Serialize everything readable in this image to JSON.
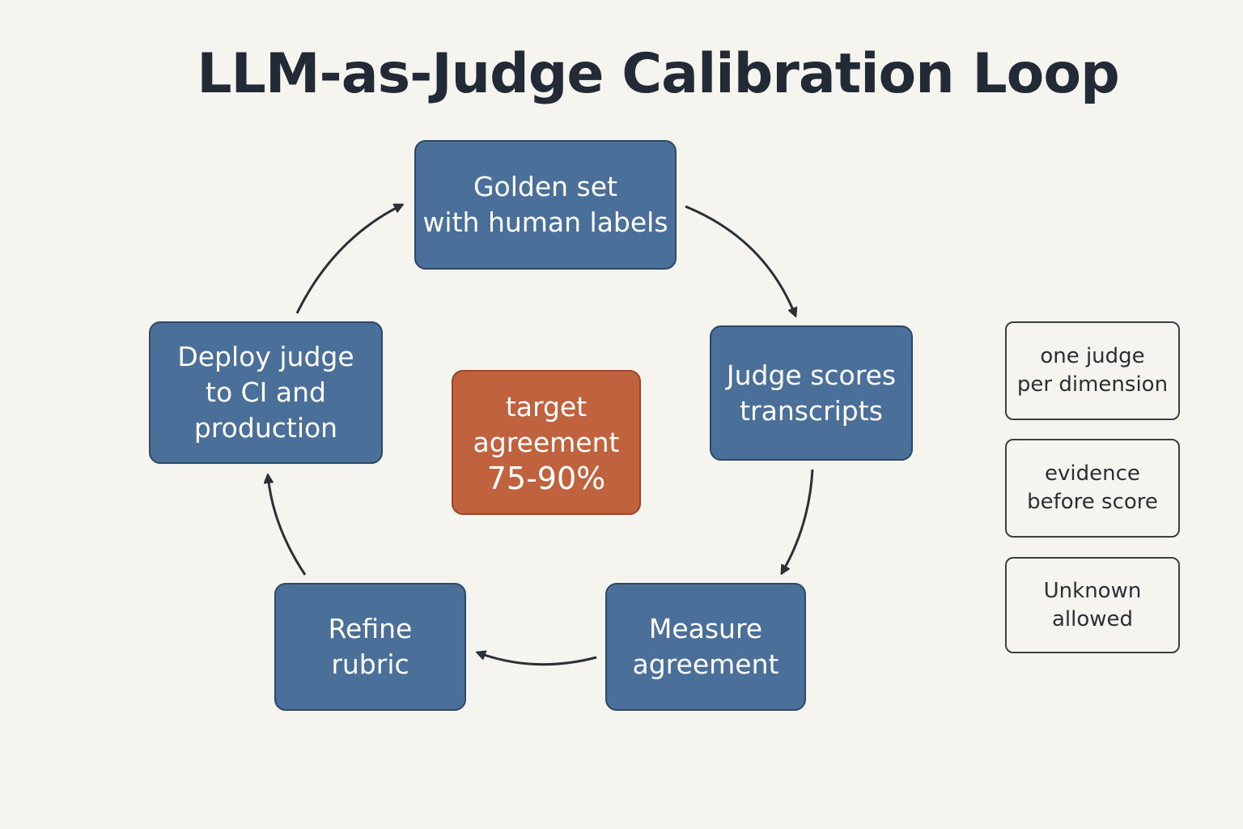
{
  "title": "LLM-as-Judge Calibration Loop",
  "colors": {
    "step_fill": "#4a709a",
    "step_border": "#2d4868",
    "target_fill": "#c0623d",
    "arrow": "#2b3036",
    "background": "#f6f4ef"
  },
  "steps": {
    "golden": "Golden set\nwith human labels",
    "judge": "Judge scores\ntranscripts",
    "measure": "Measure\nagreement",
    "refine": "Refine\nrubric",
    "deploy": "Deploy judge\nto CI and\nproduction"
  },
  "target": {
    "label": "target\nagreement",
    "value": "75-90%"
  },
  "notes": [
    "one judge\nper dimension",
    "evidence\nbefore score",
    "Unknown\nallowed"
  ]
}
